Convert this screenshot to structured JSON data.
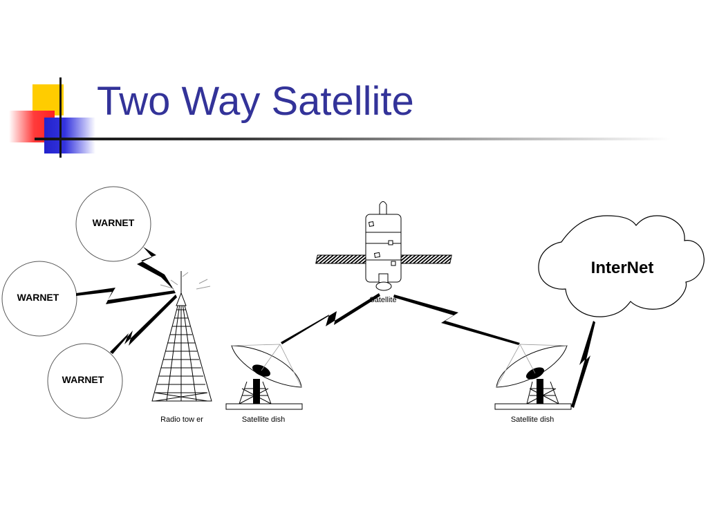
{
  "slide": {
    "title": "Two Way Satellite"
  },
  "diagram": {
    "nodes": {
      "warnet_top": "WARNET",
      "warnet_left": "WARNET",
      "warnet_bottom": "WARNET",
      "internet": "InterNet",
      "satellite": "Satellite",
      "radio_tower": "Radio tow er",
      "dish_left": "Satellite dish",
      "dish_right": "Satellite dish"
    }
  }
}
